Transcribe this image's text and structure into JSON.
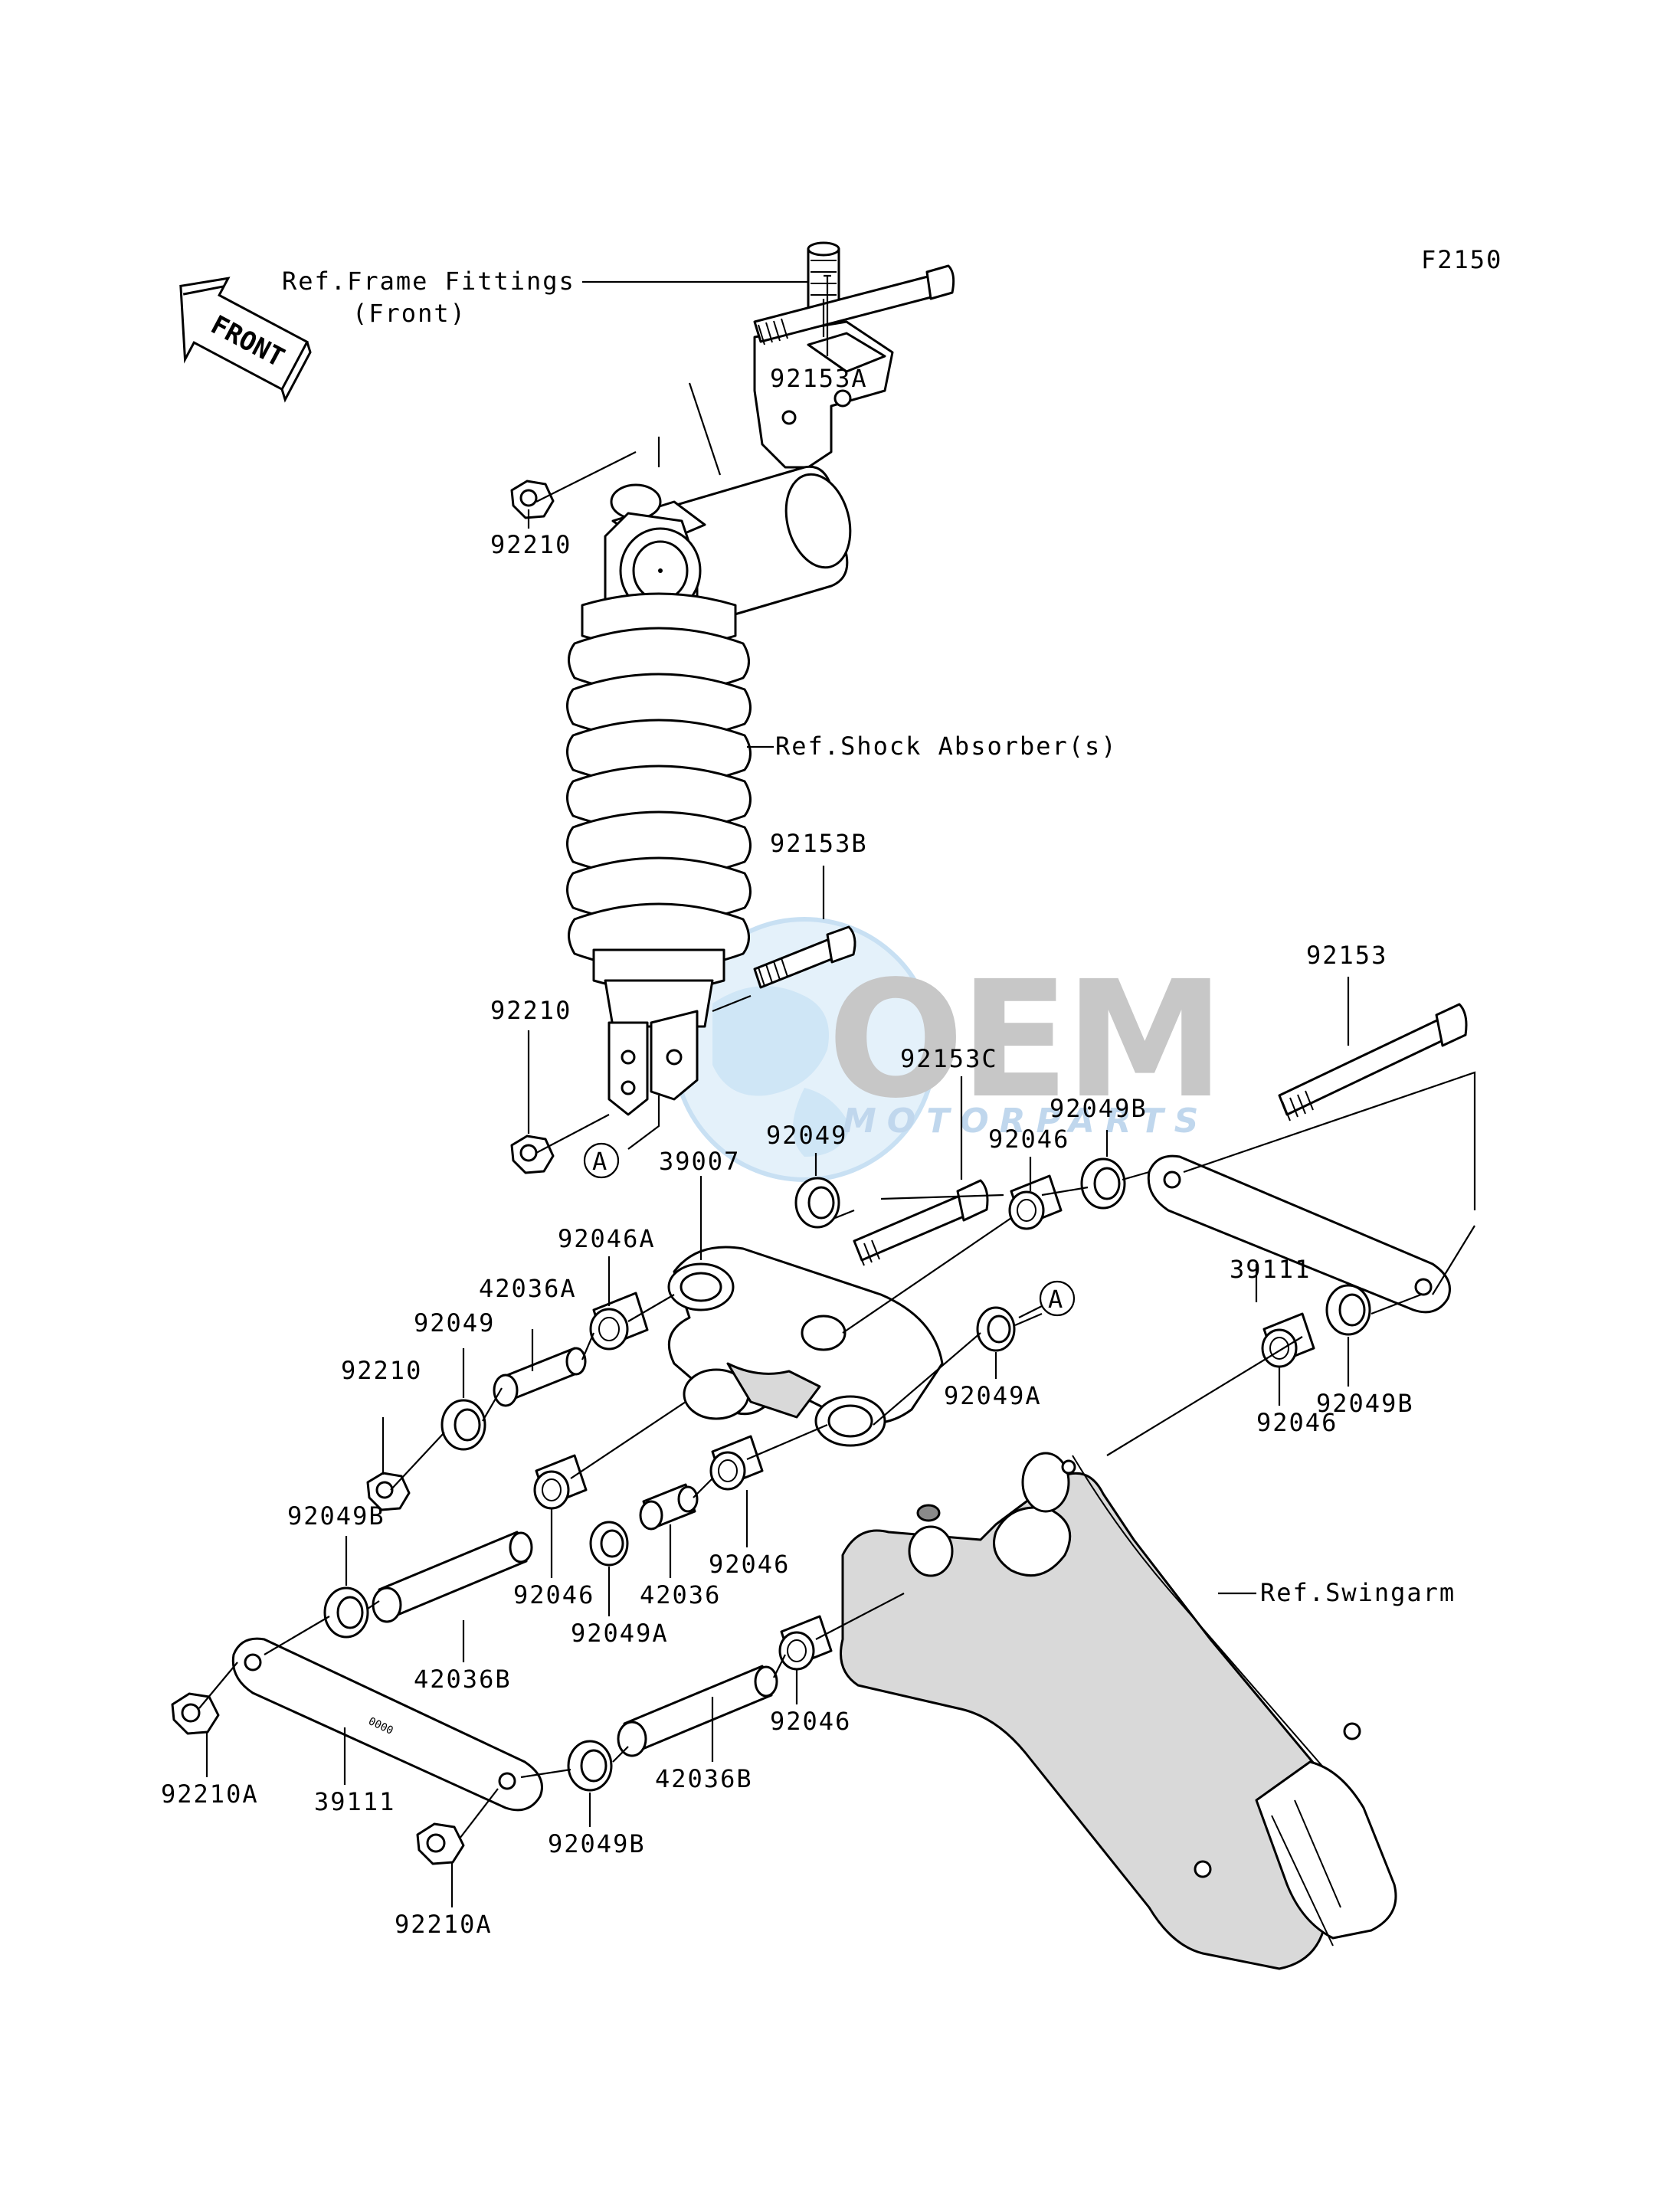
{
  "diagram_code": "F2150",
  "references": {
    "frame_fittings_line1": "Ref.Frame Fittings",
    "frame_fittings_line2": "(Front)",
    "shock_absorber": "Ref.Shock Absorber(s)",
    "swingarm": "Ref.Swingarm"
  },
  "front_arrow": "FRONT",
  "watermark": {
    "main": "OEM",
    "sub": "MOTORPARTS"
  },
  "callout_letter": "A",
  "part_numbers": {
    "p92153A": "92153A",
    "p92210_top": "92210",
    "p92153B": "92153B",
    "p92210_mid": "92210",
    "p92153": "92153",
    "p92153C": "92153C",
    "p92049B_top": "92049B",
    "p92049_top": "92049",
    "p92046_top": "92046",
    "p39007": "39007",
    "p92046A": "92046A",
    "p42036A": "42036A",
    "p92049_left": "92049",
    "p92210_left": "92210",
    "p39111_right": "39111",
    "p92049A_right": "92049A",
    "p92049B_right": "92049B",
    "p92046_right": "92046",
    "p92049B_left": "92049B",
    "p92046_low1": "92046",
    "p42036": "42036",
    "p92046_low2": "92046",
    "p42036B_upper": "42036B",
    "p92049A_low": "92049A",
    "p92046_low3": "92046",
    "p92210A_left": "92210A",
    "p39111_left": "39111",
    "p42036B_lower": "42036B",
    "p92049B_bottom": "92049B",
    "p92210A_bottom": "92210A"
  }
}
